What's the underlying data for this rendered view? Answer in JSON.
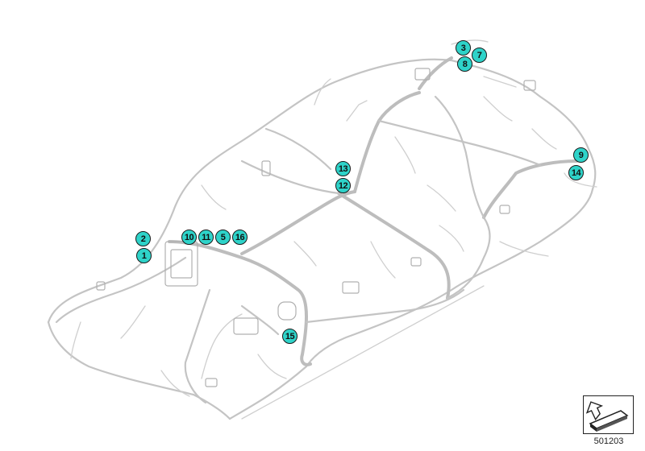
{
  "diagram": {
    "callouts": [
      "1",
      "2",
      "3",
      "5",
      "7",
      "8",
      "9",
      "10",
      "11",
      "12",
      "13",
      "14",
      "15",
      "16"
    ],
    "accent_color": "#2ed3c9"
  },
  "reference": {
    "number": "501203",
    "icon": "arrow-plate-icon"
  }
}
